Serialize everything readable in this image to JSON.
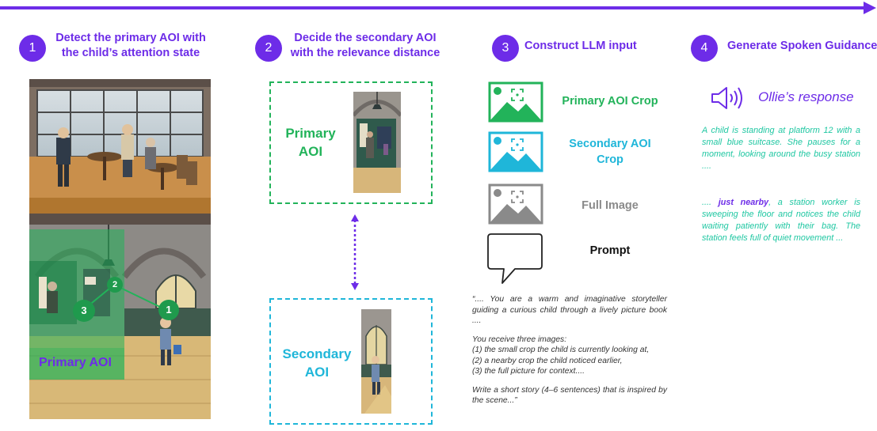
{
  "steps": [
    {
      "number": "1",
      "title_line1": "Detect the primary AOI with",
      "title_line2": "the child’s attention state"
    },
    {
      "number": "2",
      "title_line1": "Decide the secondary AOI",
      "title_line2": "with the relevance distance"
    },
    {
      "number": "3",
      "title_line1": "Construct LLM input",
      "title_line2": ""
    },
    {
      "number": "4",
      "title_line1": "Generate Spoken Guidance",
      "title_line2": ""
    }
  ],
  "panel1": {
    "primary_aoi_label": "Primary AOI",
    "markers": [
      "1",
      "2",
      "3"
    ]
  },
  "panel2": {
    "primary_line1": "Primary",
    "primary_line2": "AOI",
    "secondary_line1": "Secondary",
    "secondary_line2": "AOI"
  },
  "panel3": {
    "inputs": [
      {
        "label_line1": "Primary AOI Crop",
        "label_line2": "",
        "color": "#22b35a",
        "icon": "image-icon"
      },
      {
        "label_line1": "Secondary AOI",
        "label_line2": "Crop",
        "color": "#1fb6d9",
        "icon": "image-icon"
      },
      {
        "label_line1": "Full Image",
        "label_line2": "",
        "color": "#8a8a8a",
        "icon": "image-icon"
      },
      {
        "label_line1": "Prompt",
        "label_line2": "",
        "color": "#111111",
        "icon": "speech-bubble-icon"
      }
    ],
    "prompt_p1": "“.... You are a warm and imaginative storyteller guiding a curious child through a lively picture book ....",
    "prompt_p2_intro": "You receive three images:",
    "prompt_p2_item1": "(1) the small crop the child is currently looking at,",
    "prompt_p2_item2": "(2) a nearby crop the child noticed earlier,",
    "prompt_p2_item3": "(3) the full picture for context....",
    "prompt_p3": "Write a short story (4–6 sentences) that is inspired by the scene...”"
  },
  "panel4": {
    "speaker_title": "Ollie’s response",
    "response1": "A child is standing at platform 12 with a small blue suitcase. She pauses for a moment, looking around the busy station ....",
    "response2_prefix": "....",
    "response2_emph": "just nearby",
    "response2_rest": ", a station worker is sweeping the floor and notices the child waiting patiently with their bag. The station feels full of quiet movement ..."
  },
  "colors": {
    "accent": "#6d2ce8",
    "green": "#22b35a",
    "cyan": "#1fb6d9",
    "response_text": "#1fc7a2",
    "gray": "#8a8a8a"
  }
}
